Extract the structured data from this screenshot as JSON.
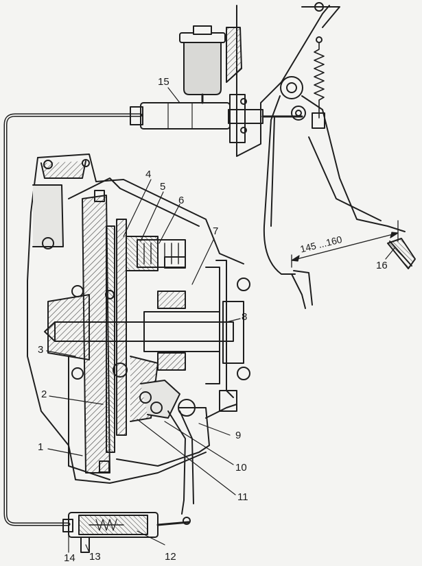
{
  "labels": {
    "l1": "1",
    "l2": "2",
    "l3": "3",
    "l4": "4",
    "l5": "5",
    "l6": "6",
    "l7": "7",
    "l8": "8",
    "l9": "9",
    "l10": "10",
    "l11": "11",
    "l12": "12",
    "l13": "13",
    "l14": "14",
    "l15": "15",
    "l16": "16"
  },
  "dimension": "145 ...160",
  "colors": {
    "ink": "#1e1e1e",
    "hatch": "#555555",
    "paper": "#f4f4f2"
  }
}
